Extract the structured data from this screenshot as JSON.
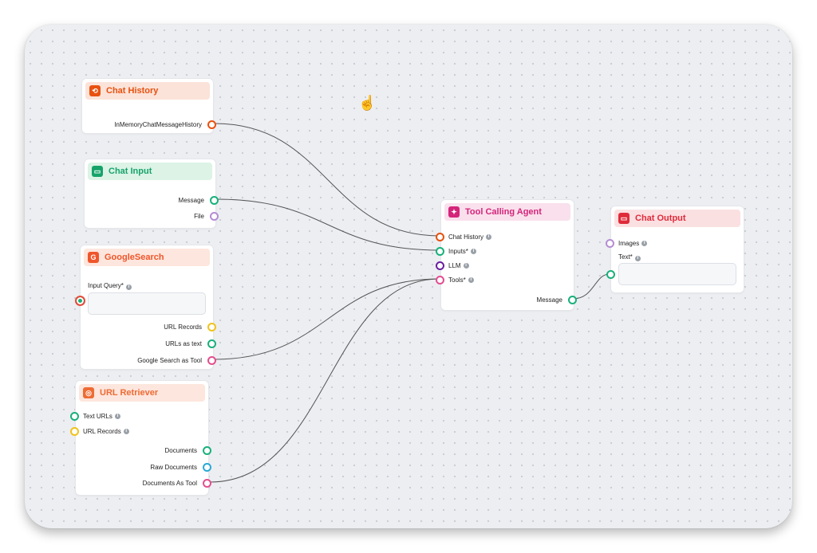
{
  "nodes": {
    "chat_history": {
      "title": "Chat History",
      "output": "InMemoryChatMessageHistory",
      "color": "#e8510f",
      "header_bg": "#fbe3d9"
    },
    "chat_input": {
      "title": "Chat Input",
      "outputs": [
        "Message",
        "File"
      ],
      "color": "#16a36a",
      "header_bg": "#dcf3e6"
    },
    "google_search": {
      "title": "GoogleSearch",
      "input_label": "Input Query*",
      "input_value": "",
      "outputs": [
        "URL Records",
        "URLs as text",
        "Google Search as Tool"
      ],
      "color": "#f0552a",
      "header_bg": "#fde6dd"
    },
    "url_retriever": {
      "title": "URL Retriever",
      "inputs": [
        "Text URLs",
        "URL Records"
      ],
      "outputs": [
        "Documents",
        "Raw Documents",
        "Documents As Tool"
      ],
      "color": "#ee6b34",
      "header_bg": "#fde6dd"
    },
    "tool_calling_agent": {
      "title": "Tool Calling Agent",
      "inputs": [
        "Chat History",
        "Inputs*",
        "LLM",
        "Tools*"
      ],
      "output": "Message",
      "color": "#d4247a",
      "header_bg": "#f9e0ec"
    },
    "chat_output": {
      "title": "Chat Output",
      "inputs": [
        "Images",
        "Text*"
      ],
      "text_value": "",
      "color": "#e02b3a",
      "header_bg": "#fbe0e2"
    }
  },
  "handle_colors": {
    "orange": "#e8510f",
    "green": "#17b07a",
    "violet": "#b58cd4",
    "yellow": "#f1c21b",
    "pink": "#e34d8f",
    "purple": "#6a1fa0",
    "cyan": "#29a9d4",
    "red_green": "#e34b3a"
  }
}
